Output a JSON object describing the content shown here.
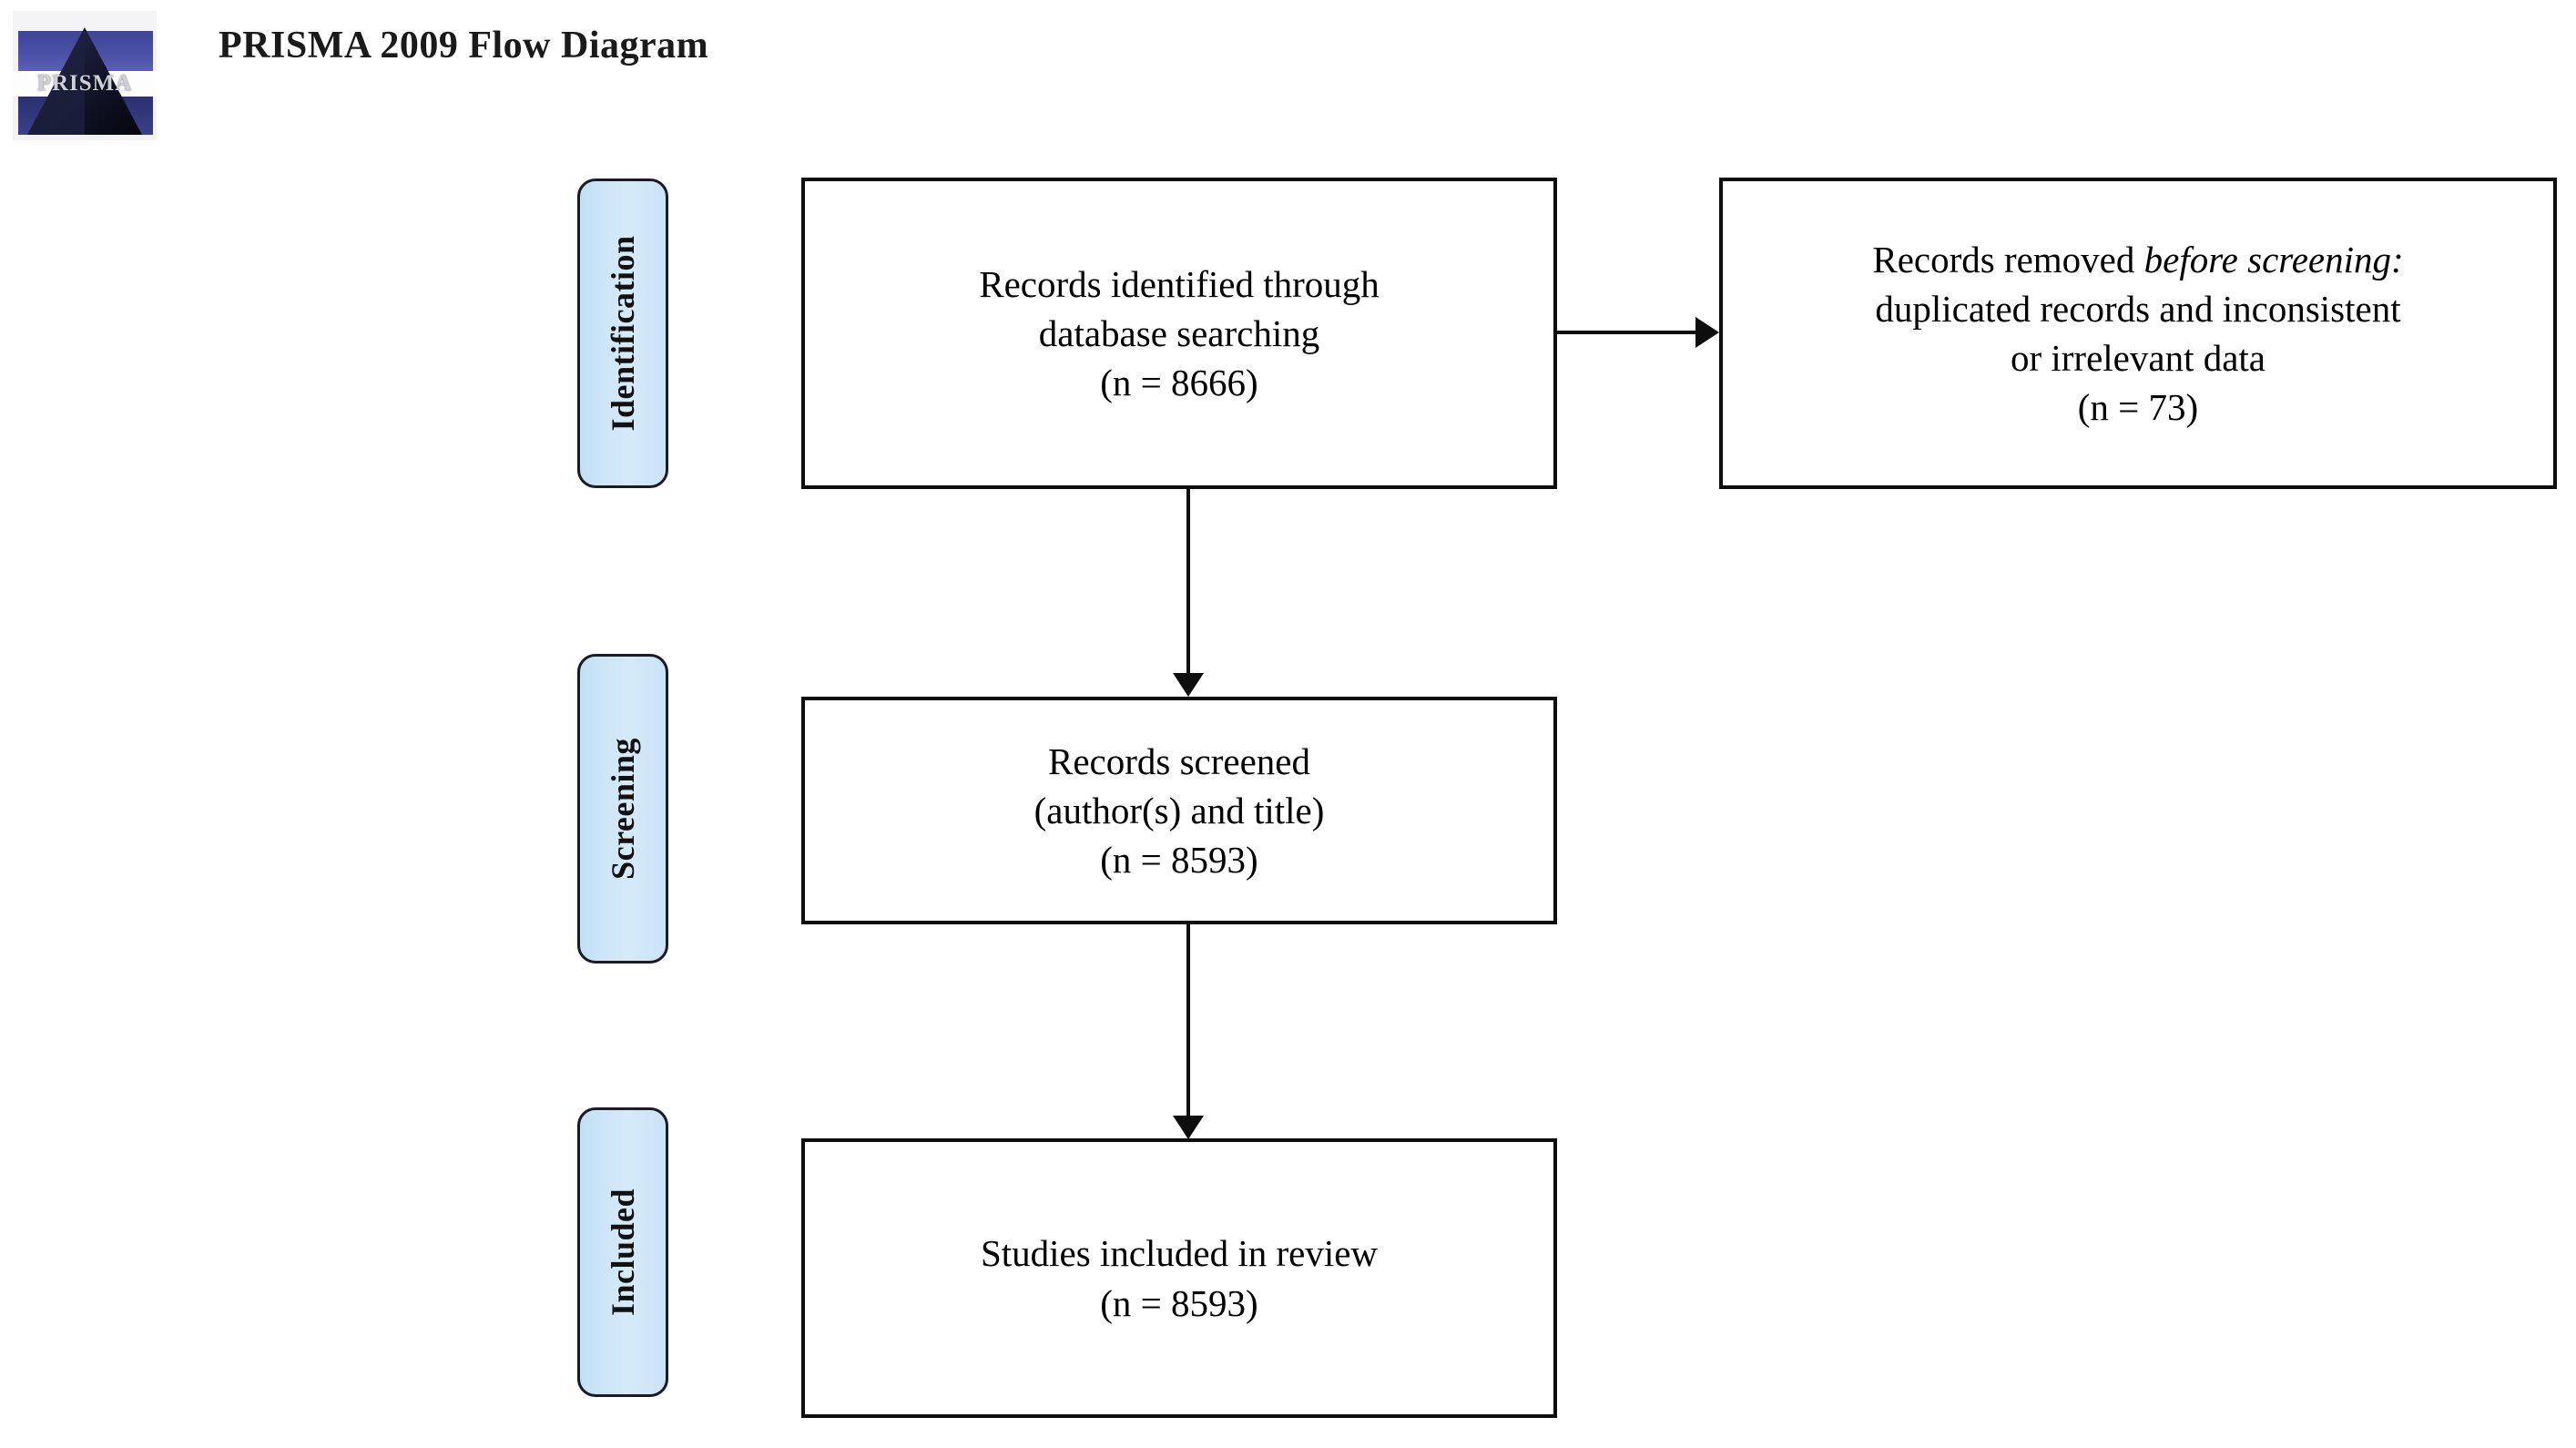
{
  "header": {
    "title": "PRISMA 2009 Flow Diagram",
    "logo_word": "PRISMA",
    "logo_alt": "prisma-logo"
  },
  "colors": {
    "stage_label_fill": "#c9e3f7",
    "stage_label_border": "#1b1b28",
    "box_border": "#0d0d0d",
    "box_fill": "#ffffff",
    "connector": "#0d0d0d",
    "text": "#000000"
  },
  "stages": [
    {
      "id": "identification",
      "label": "Identification"
    },
    {
      "id": "screening",
      "label": "Screening"
    },
    {
      "id": "included",
      "label": "Included"
    }
  ],
  "boxes": {
    "identified": {
      "line1": "Records identified through",
      "line2": "database searching",
      "line3": "(n = 8666)",
      "n": 8666
    },
    "removed": {
      "line1_plain": "Records removed ",
      "line1_italic": "before screening:",
      "line2": "duplicated records and inconsistent",
      "line3": "or irrelevant data",
      "line4": "(n = 73)",
      "n": 73
    },
    "screened": {
      "line1": "Records screened",
      "line2": "(author(s) and title)",
      "line3": "(n = 8593)",
      "n": 8593
    },
    "included": {
      "line1": "Studies included in review",
      "line2": "(n = 8593)",
      "n": 8593
    }
  },
  "connectors": [
    {
      "id": "identified-to-removed",
      "from": "identified",
      "to": "removed",
      "direction": "right"
    },
    {
      "id": "identified-to-screened",
      "from": "identified",
      "to": "screened",
      "direction": "down"
    },
    {
      "id": "screened-to-included",
      "from": "screened",
      "to": "included",
      "direction": "down"
    }
  ],
  "chart_data": {
    "type": "diagram",
    "title": "PRISMA 2009 Flow Diagram",
    "nodes": [
      {
        "id": "identified",
        "stage": "Identification",
        "label": "Records identified through database searching",
        "n": 8666
      },
      {
        "id": "removed",
        "stage": "Identification",
        "label": "Records removed before screening: duplicated records and inconsistent or irrelevant data",
        "n": 73
      },
      {
        "id": "screened",
        "stage": "Screening",
        "label": "Records screened (author(s) and title)",
        "n": 8593
      },
      {
        "id": "included",
        "stage": "Included",
        "label": "Studies included in review",
        "n": 8593
      }
    ],
    "edges": [
      {
        "from": "identified",
        "to": "removed"
      },
      {
        "from": "identified",
        "to": "screened"
      },
      {
        "from": "screened",
        "to": "included"
      }
    ]
  }
}
